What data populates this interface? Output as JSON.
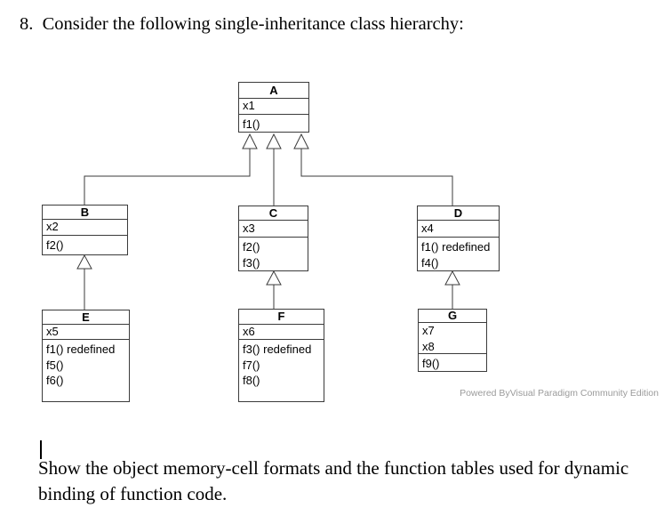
{
  "page": {
    "heading": "8.  Consider the following single-inheritance class hierarchy:",
    "body_lines": [
      "Show the object memory-cell formats and the function tables used for dynamic",
      "binding of function code."
    ],
    "watermark": "Powered ByVisual Paradigm Community Edition"
  },
  "colors": {
    "background": "#ffffff",
    "text": "#000000",
    "diagram_border": "#3b3b3b",
    "watermark_gray": "#9b9b9b"
  },
  "diagram": {
    "classes": [
      {
        "name": "A",
        "attributes": [
          "x1"
        ],
        "methods": [
          "f1()"
        ]
      },
      {
        "name": "B",
        "attributes": [
          "x2"
        ],
        "methods": [
          "f2()"
        ]
      },
      {
        "name": "C",
        "attributes": [
          "x3"
        ],
        "methods": [
          "f2()",
          "f3()"
        ]
      },
      {
        "name": "D",
        "attributes": [
          "x4"
        ],
        "methods": [
          "f1() redefined",
          "f4()"
        ]
      },
      {
        "name": "E",
        "attributes": [
          "x5"
        ],
        "methods": [
          "f1() redefined",
          "f5()",
          "f6()"
        ]
      },
      {
        "name": "F",
        "attributes": [
          "x6"
        ],
        "methods": [
          "f3() redefined",
          "f7()",
          "f8()"
        ]
      },
      {
        "name": "G",
        "attributes": [
          "x7",
          "x8"
        ],
        "methods": [
          "f9()"
        ]
      }
    ],
    "edges": [
      {
        "child": "B",
        "parent": "A"
      },
      {
        "child": "C",
        "parent": "A"
      },
      {
        "child": "D",
        "parent": "A"
      },
      {
        "child": "E",
        "parent": "B"
      },
      {
        "child": "F",
        "parent": "C"
      },
      {
        "child": "G",
        "parent": "D"
      }
    ]
  }
}
